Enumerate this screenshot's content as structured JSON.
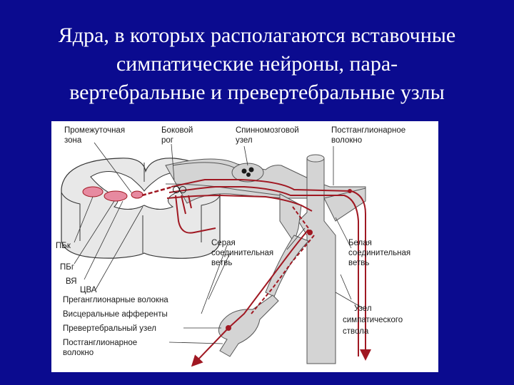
{
  "slide": {
    "title_lines": [
      "Ядра, в которых располагаются вставочные",
      "симпатические нейроны, пара-",
      "вертебральные и превертебральные узлы"
    ]
  },
  "diagram": {
    "labels": {
      "intermediate_zone_1": "Промежуточная",
      "intermediate_zone_2": "зона",
      "lateral_horn_1": "Боковой",
      "lateral_horn_2": "рог",
      "spinal_ganglion_1": "Спинномозговой",
      "spinal_ganglion_2": "узел",
      "postganglionic_top_1": "Постганглионарное",
      "postganglionic_top_2": "волокно",
      "gray_ramus_1": "Серая",
      "gray_ramus_2": "соединительная",
      "gray_ramus_3": "ветвь",
      "white_ramus_1": "Белая",
      "white_ramus_2": "соединительная",
      "white_ramus_3": "ветвь",
      "pbk": "ПБк",
      "pbg": "ПБг",
      "vya": "ВЯ",
      "tsva": "ЦВА",
      "preganglionic_fibers": "Преганглионарные волокна",
      "visceral_afferents": "Висцеральные афференты",
      "prevertebral_ganglion": "Превертебральный узел",
      "postganglionic_bottom_1": "Постганглионарное",
      "postganglionic_bottom_2": "волокно",
      "sympathetic_trunk_1": "Узел",
      "sympathetic_trunk_2": "симпатического",
      "sympathetic_trunk_3": "ствола"
    },
    "colors": {
      "background": "#0b0b8f",
      "nerve_red": "#a01822",
      "nucleus_pink": "#e78aa0",
      "tissue_gray": "#d4d4d4"
    }
  }
}
